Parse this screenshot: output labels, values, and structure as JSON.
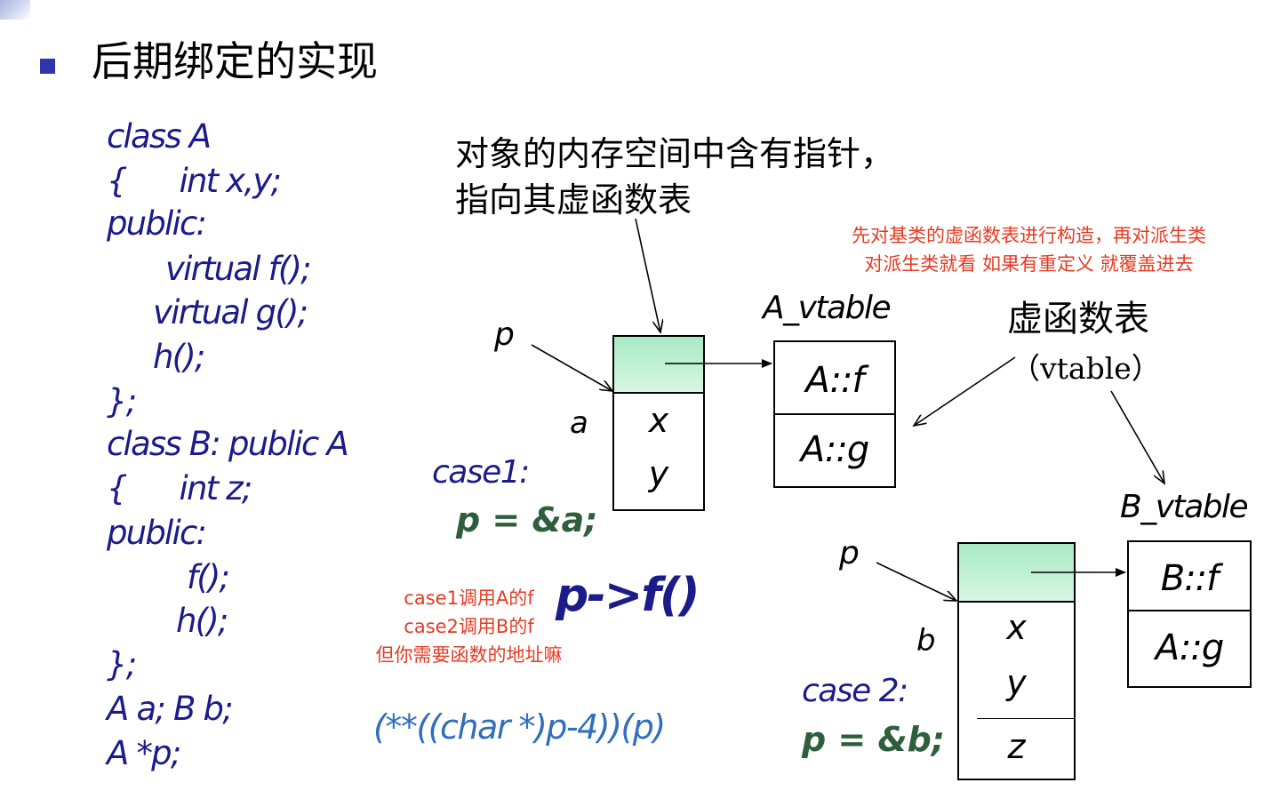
{
  "title": "后期绑定的实现",
  "code_lines": [
    "class A",
    "{      int x,y;",
    "public:",
    "virtual f();",
    "virtual g();",
    "h();",
    "};",
    "class B: public A",
    "{      int z;",
    "public:",
    "f();",
    "h();",
    "};",
    "A a; B b;",
    "A *p;"
  ],
  "annotation": {
    "line1": "对象的内存空间中含有指针，",
    "line2": "指向其虚函数表"
  },
  "red_note_top": {
    "line1": "先对基类的虚函数表进行构造，再对派生类",
    "line2": "对派生类就看 如果有重定义 就覆盖进去"
  },
  "red_note_mid": {
    "line1": "case1调用A的f",
    "line2": "case2调用B的f",
    "line3": "但你需要函数的地址嘛"
  },
  "vtable_caption": {
    "cn": "虚函数表",
    "en": "（vtable）"
  },
  "object_a": {
    "pointer_label": "p",
    "name": "a",
    "fields": [
      "x",
      "y"
    ],
    "case_label": "case1:",
    "assign": "p = &a;"
  },
  "object_b": {
    "pointer_label": "p",
    "name": "b",
    "fields": [
      "x",
      "y",
      "z"
    ],
    "case_label": "case 2:",
    "assign": "p = &b;"
  },
  "a_vtable": {
    "title": "A_vtable",
    "entries": [
      "A::f",
      "A::g"
    ]
  },
  "b_vtable": {
    "title": "B_vtable",
    "entries": [
      "B::f",
      "A::g"
    ]
  },
  "call": "p->f()",
  "cast_expr": "(**((char *)p-4))(p)"
}
